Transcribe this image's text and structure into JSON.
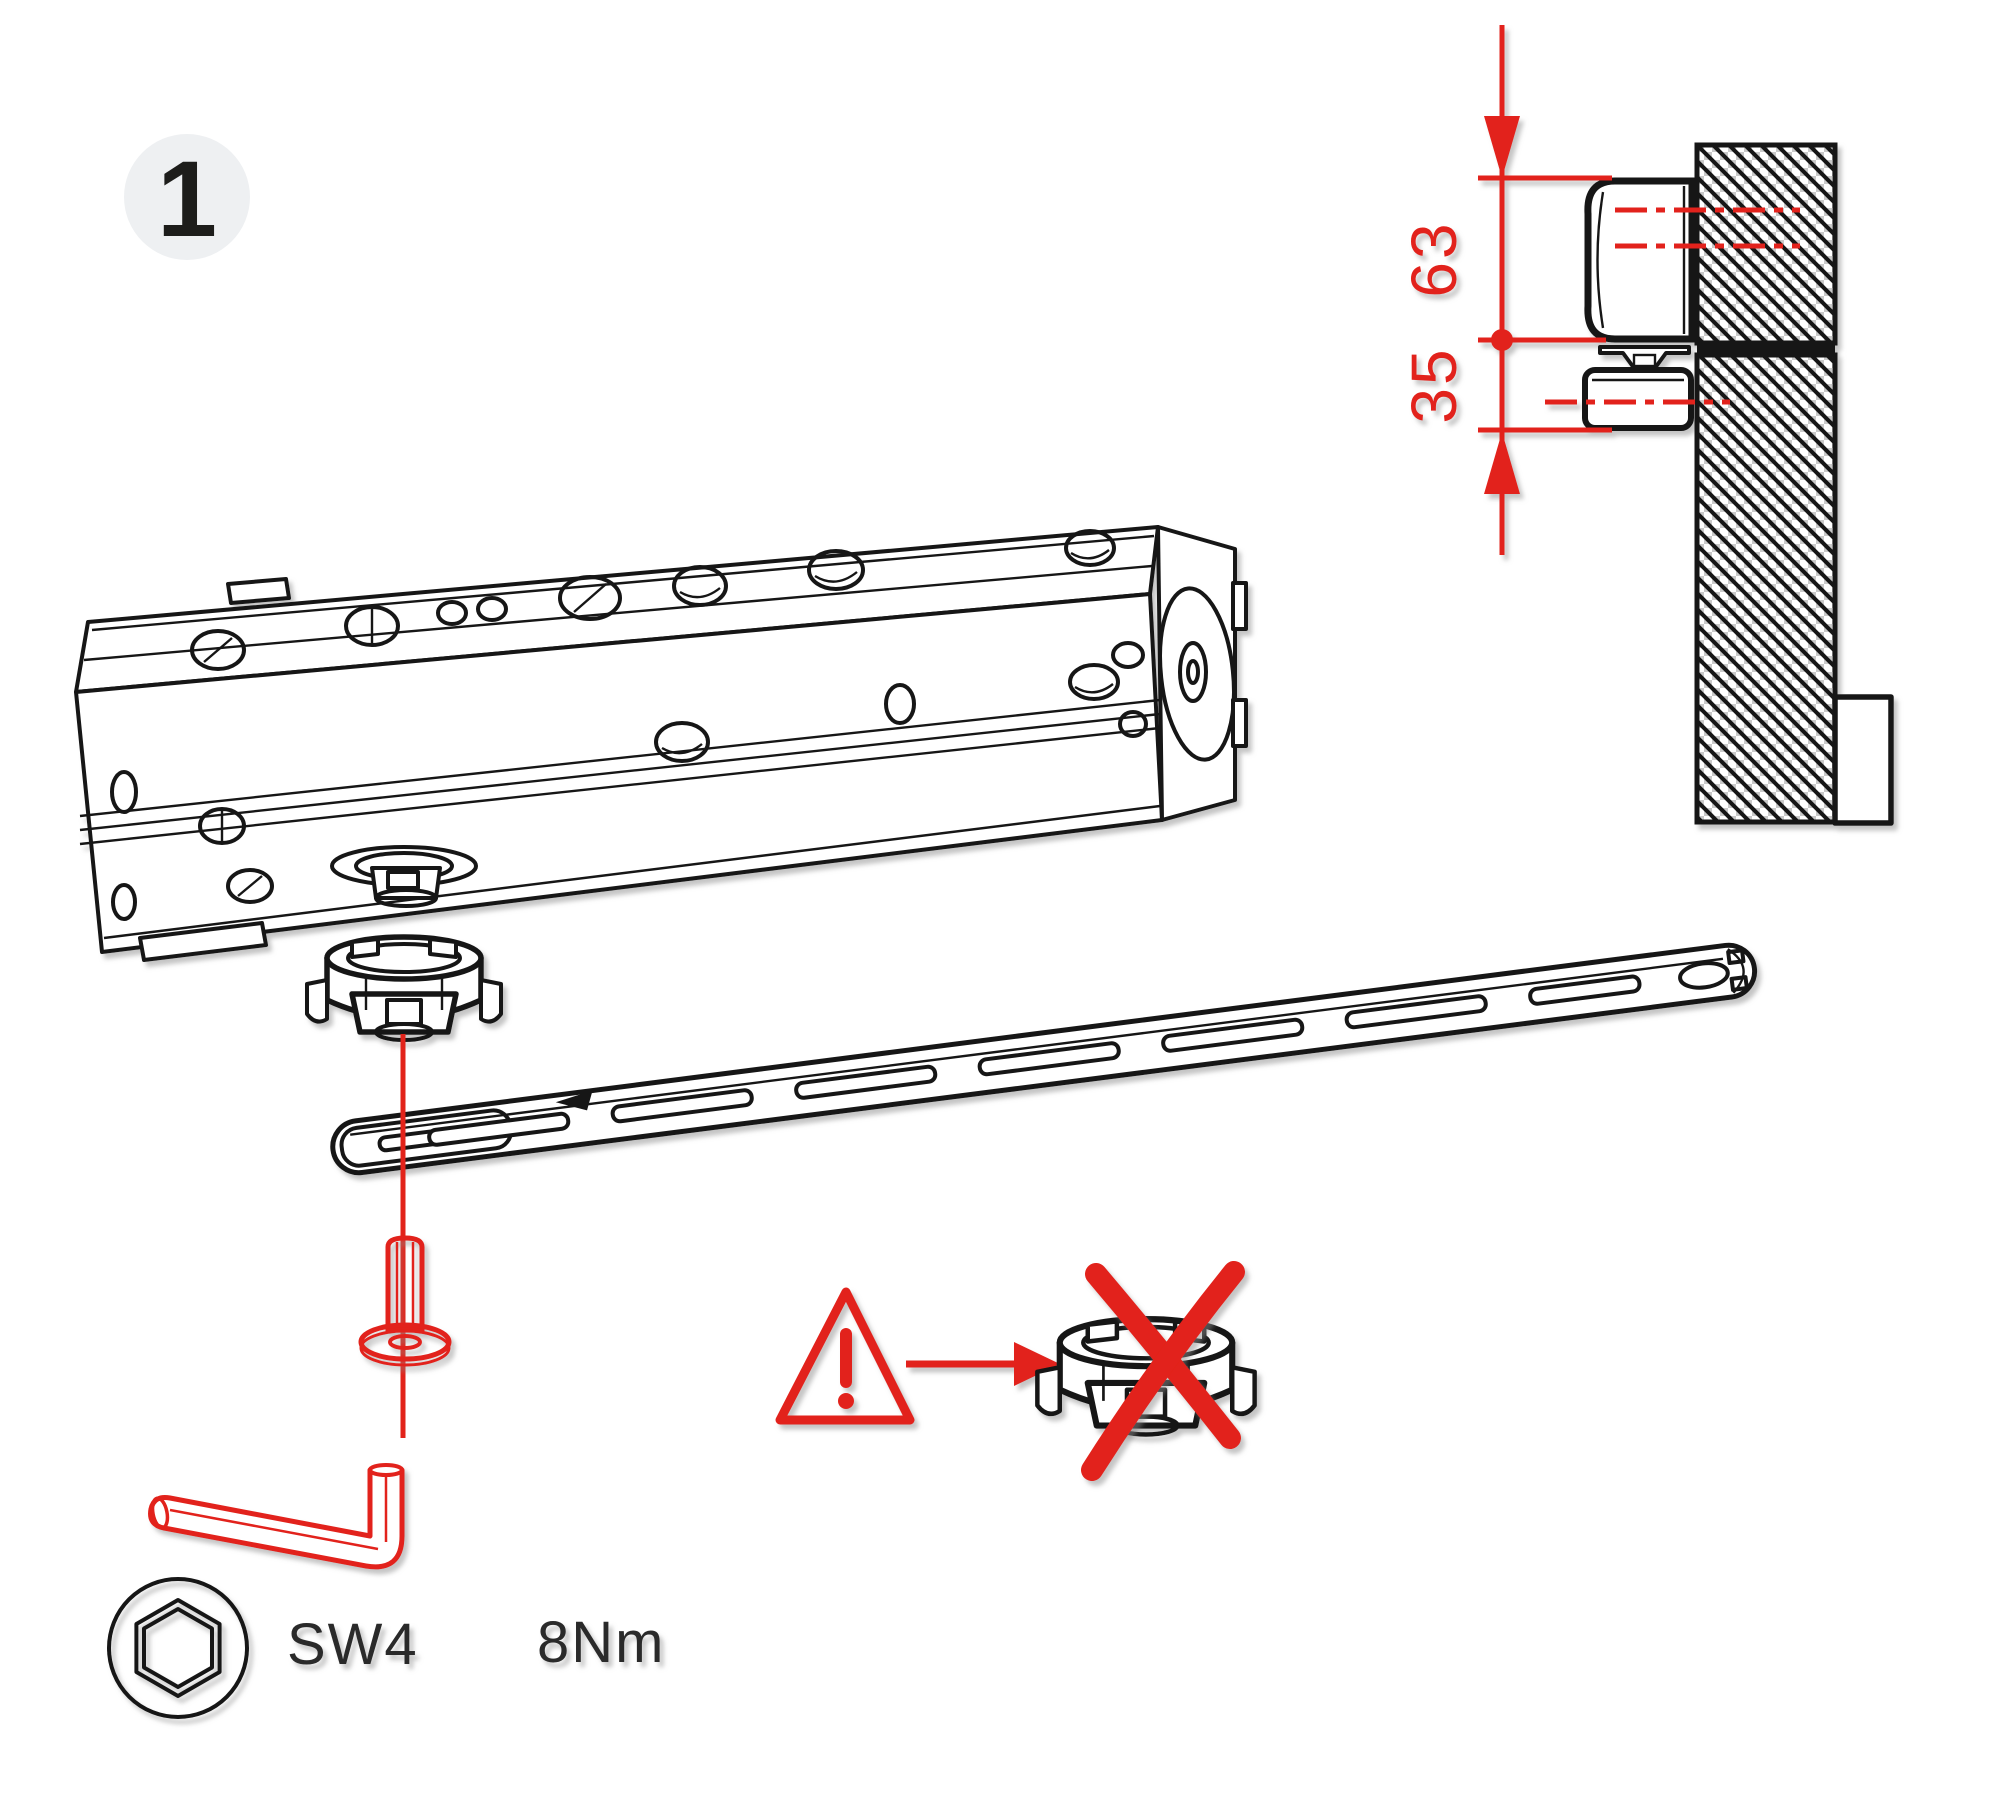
{
  "page": {
    "background": "#ffffff"
  },
  "colors": {
    "accent_red": "#e2231a",
    "ink": "#161616",
    "badge_bg": "#eef0f2",
    "label_text": "#2b2b2b",
    "hatch_bg": "#cfcfcf",
    "shadow": "#8a8a8a"
  },
  "step_badge": {
    "number": "1"
  },
  "section_view": {
    "dim_top": "63",
    "dim_bottom": "35"
  },
  "tools": {
    "hex_key_size": "SW4",
    "torque": "8Nm"
  },
  "icons": {
    "step_badge": "circled-step-number",
    "dimension_arrows": "red-dimension-arrows",
    "warning": "warning-triangle-exclamation",
    "prohibition": "red-cross-x",
    "hex_socket": "hex-socket-in-circle",
    "allen_key": "hex-key-red",
    "fixing_screw": "screw-with-washer-red"
  }
}
